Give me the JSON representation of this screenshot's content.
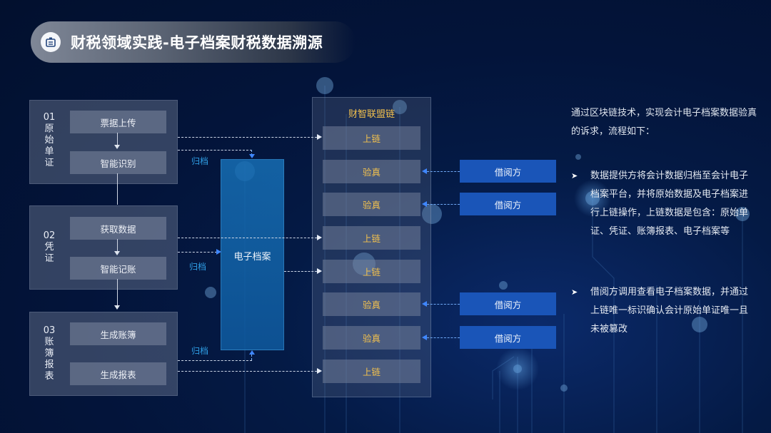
{
  "header": {
    "icon": "id-badge-icon",
    "title": "财税领域实践-电子档案财税数据溯源"
  },
  "colors": {
    "background": "#03143a",
    "chain_text": "#f2c14e",
    "borrower_bg": "#1a55b8",
    "archive_bg": "#166eb4",
    "archive_label": "#2f9fe6",
    "arrow_blue": "#3f87ff"
  },
  "groups": [
    {
      "number": "01",
      "name": "原始单证",
      "steps": [
        "票据上传",
        "智能识别"
      ]
    },
    {
      "number": "02",
      "name": "凭证",
      "steps": [
        "获取数据",
        "智能记账"
      ]
    },
    {
      "number": "03",
      "name": "账簿报表",
      "steps": [
        "生成账簿",
        "生成报表"
      ]
    }
  ],
  "archive": {
    "title": "电子档案",
    "connector_labels": [
      "归档",
      "归档",
      "归档"
    ]
  },
  "chain": {
    "title": "财智联盟链",
    "items": [
      "上链",
      "验真",
      "验真",
      "上链",
      "上链",
      "验真",
      "验真",
      "上链"
    ]
  },
  "borrowers": [
    "借阅方",
    "借阅方",
    "借阅方",
    "借阅方"
  ],
  "description": {
    "intro": "通过区块链技术，实现会计电子档案数据验真的诉求，流程如下：",
    "bullet_mark": "➤",
    "bullets": [
      "数据提供方将会计数据归档至会计电子档案平台，并将原始数据及电子档案进行上链操作，上链数据是包含：原始单证、凭证、账簿报表、电子档案等",
      "借阅方调用查看电子档案数据，并通过上链唯一标识确认会计原始单证唯一且未被篡改"
    ]
  }
}
